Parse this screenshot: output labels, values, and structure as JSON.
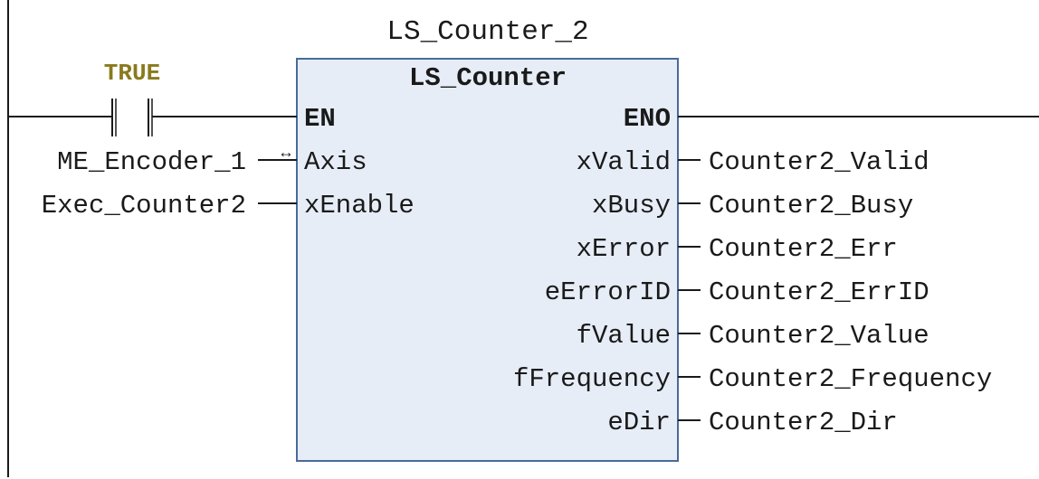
{
  "instance_name": "LS_Counter_2",
  "block_type": "LS_Counter",
  "contact": {
    "value": "TRUE",
    "value_color": "#8a7a1e"
  },
  "colors": {
    "block_fill": "#e6edf7",
    "block_border": "#4a6b9a",
    "wire": "#1a1a1a"
  },
  "inputs": [
    {
      "pin": "EN",
      "bold": true,
      "variable": "",
      "connection": "contact"
    },
    {
      "pin": "Axis",
      "bold": false,
      "variable": "ME_Encoder_1",
      "connection": "inout"
    },
    {
      "pin": "xEnable",
      "bold": false,
      "variable": "Exec_Counter2",
      "connection": "input"
    }
  ],
  "outputs": [
    {
      "pin": "ENO",
      "bold": true,
      "variable": ""
    },
    {
      "pin": "xValid",
      "bold": false,
      "variable": "Counter2_Valid"
    },
    {
      "pin": "xBusy",
      "bold": false,
      "variable": "Counter2_Busy"
    },
    {
      "pin": "xError",
      "bold": false,
      "variable": "Counter2_Err"
    },
    {
      "pin": "eErrorID",
      "bold": false,
      "variable": "Counter2_ErrID"
    },
    {
      "pin": "fValue",
      "bold": false,
      "variable": "Counter2_Value"
    },
    {
      "pin": "fFrequency",
      "bold": false,
      "variable": "Counter2_Frequency"
    },
    {
      "pin": "eDir",
      "bold": false,
      "variable": "Counter2_Dir"
    }
  ]
}
